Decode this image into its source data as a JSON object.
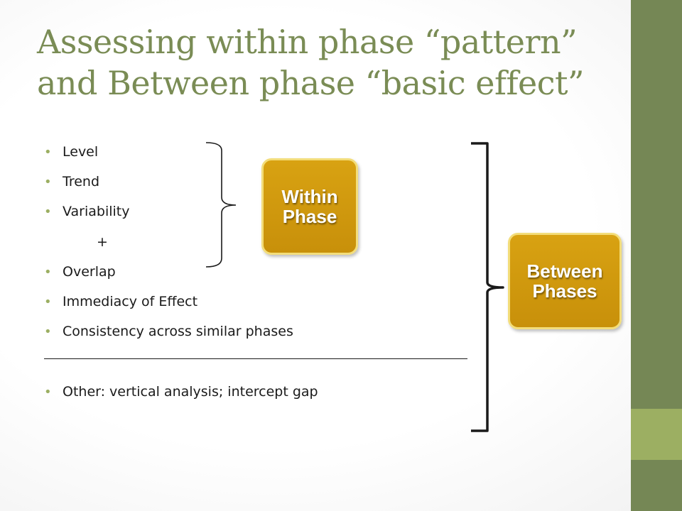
{
  "slide": {
    "title_lines": [
      "Assessing within phase “pattern”",
      "and Between phase “basic effect”"
    ],
    "bullets": [
      "Level",
      "Trend",
      "Variability",
      "Overlap",
      "Immediacy of Effect",
      "Consistency across similar phases",
      "Other: vertical analysis; intercept gap"
    ],
    "plus_sign": "+",
    "within_box": "Within\nPhase",
    "between_box": "Between\nPhases",
    "colors": {
      "title": "#7a8c55",
      "bullet_dot": "#9caf62",
      "side_bar": "#758755",
      "side_accent": "#9caf62",
      "box_fill": "#d09a10",
      "box_border": "#f3dd7a"
    }
  }
}
